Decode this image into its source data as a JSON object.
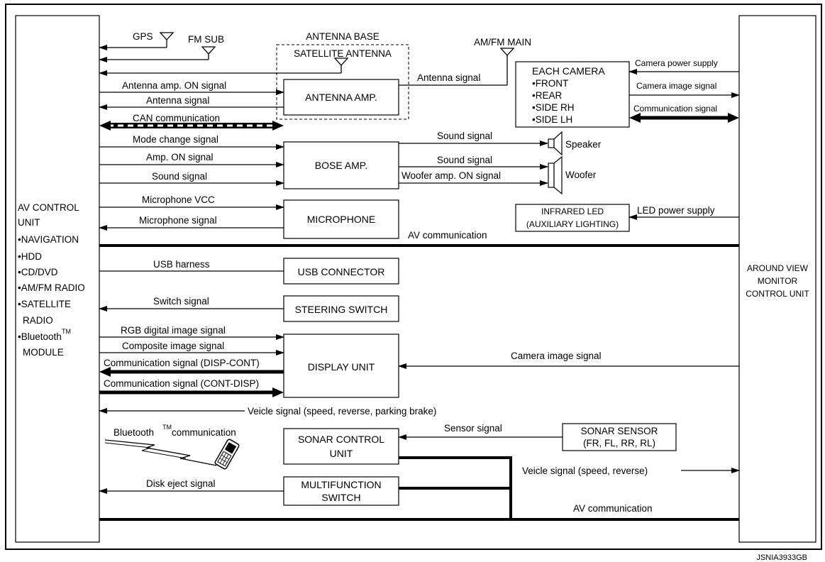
{
  "diagram": {
    "left_unit": {
      "lines": [
        "AV CONTROL",
        "UNIT",
        "•NAVIGATION",
        "•HDD",
        "•CD/DVD",
        "•AM/FM RADIO",
        "•SATELLITE",
        "RADIO",
        "•Bluetooth",
        "MODULE"
      ],
      "tm": "TM"
    },
    "right_unit": {
      "lines": [
        "AROUND VIEW",
        "MONITOR",
        "CONTROL UNIT"
      ]
    },
    "antennas": {
      "gps": "GPS",
      "fm_sub": "FM SUB",
      "antenna_base": "ANTENNA BASE",
      "satellite": "SATELLITE ANTENNA",
      "am_fm_main": "AM/FM MAIN"
    },
    "boxes": {
      "antenna_amp": "ANTENNA AMP.",
      "bose_amp": "BOSE AMP.",
      "microphone": "MICROPHONE",
      "usb_connector": "USB CONNECTOR",
      "steering_switch": "STEERING SWITCH",
      "display_unit": "DISPLAY UNIT",
      "sonar_control": [
        "SONAR CONTROL",
        "UNIT"
      ],
      "multifunction": [
        "MULTIFUNCTION",
        "SWITCH"
      ],
      "each_camera": [
        "EACH CAMERA",
        "•FRONT",
        "•REAR",
        "•SIDE RH",
        "•SIDE LH"
      ],
      "infrared_led": [
        "INFRARED LED",
        "(AUXILIARY LIGHTING)"
      ],
      "sonar_sensor": [
        "SONAR SENSOR",
        "(FR, FL, RR, RL)"
      ]
    },
    "speakers": {
      "speaker": "Speaker",
      "woofer": "Woofer"
    },
    "signals": {
      "antenna_amp_on": "Antenna amp. ON signal",
      "antenna_signal_left": "Antenna signal",
      "can_communication": "CAN communication",
      "antenna_signal_main": "Antenna signal",
      "mode_change": "Mode change signal",
      "amp_on": "Amp. ON signal",
      "sound_left": "Sound signal",
      "sound_speaker": "Sound signal",
      "sound_woofer": "Sound signal",
      "woofer_amp_on": "Woofer amp. ON signal",
      "microphone_vcc": "Microphone VCC",
      "microphone_signal": "Microphone signal",
      "av_communication_top": "AV communication",
      "usb_harness": "USB harness",
      "switch_signal": "Switch signal",
      "rgb": "RGB digital image signal",
      "composite": "Composite image signal",
      "disp_cont": "Communication signal (DISP-CONT)",
      "cont_disp": "Communication signal (CONT-DISP)",
      "camera_image_display": "Camera image signal",
      "veicle_full": "Veicle signal (speed, reverse, parking brake)",
      "bluetooth": "Bluetooth",
      "bluetooth_tm": "TM",
      "bluetooth_tail": " communication",
      "sensor_signal": "Sensor signal",
      "veicle_short": "Veicle signal (speed, reverse)",
      "disk_eject": "Disk eject signal",
      "av_communication_bottom": "AV communication",
      "camera_power": "Camera power supply",
      "camera_image": "Camera image signal",
      "communication_signal": "Communication signal",
      "led_power": "LED power supply"
    },
    "figure_id": "JSNIA3933GB"
  }
}
